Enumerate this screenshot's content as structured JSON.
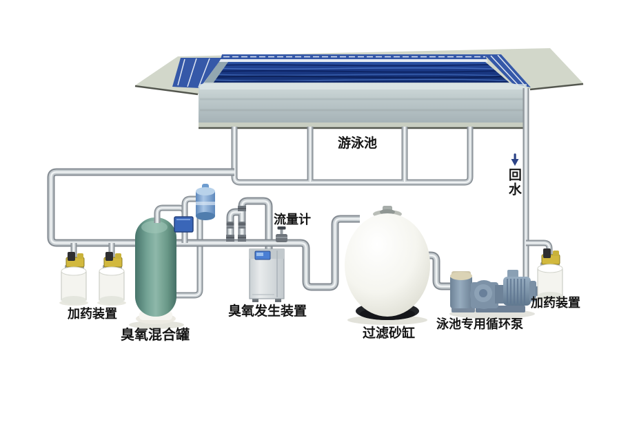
{
  "labels": {
    "pool": "游泳池",
    "return_water": "回水",
    "dosing_left": "加药装置",
    "mixing_tank": "臭氧混合罐",
    "flow_meter": "流量计",
    "ozone_generator": "臭氧发生装置",
    "sand_filter": "过滤砂缸",
    "circulation_pump": "泳池专用循环泵",
    "dosing_right": "加药装置"
  },
  "colors": {
    "pool_water": "#1d3a7c",
    "pool_tile": "#3558a8",
    "deck": "#d2d7ca",
    "pipe": "#c6ccd0",
    "mixing_tank": "#6f9f92",
    "filter_tank": "#f2f2ec",
    "pump_body": "#7e93a8",
    "control_box": "#3a66b8",
    "dosing_pump_head": "#d2b93e",
    "flow_arrow": "#2c4386",
    "label_text": "#151515"
  }
}
